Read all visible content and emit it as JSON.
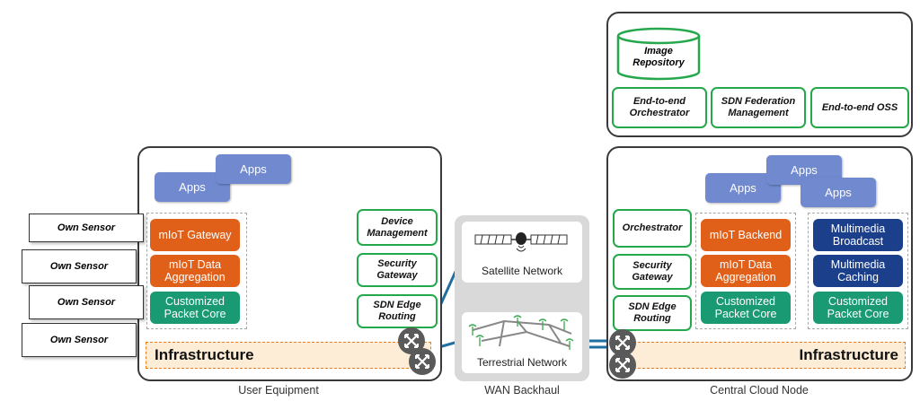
{
  "ue": {
    "sensors": [
      "Own Sensor",
      "Own Sensor",
      "Own Sensor",
      "Own Sensor"
    ],
    "apps": [
      "Apps",
      "Apps"
    ],
    "functions": [
      "mIoT Gateway",
      "mIoT Data Aggregation",
      "Customized Packet Core"
    ],
    "services": [
      "Device Management",
      "Security Gateway",
      "SDN Edge Routing"
    ],
    "infrastructure": "Infrastructure",
    "caption": "User Equipment"
  },
  "wan": {
    "satellite": "Satellite Network",
    "terrestrial": "Terrestrial Network",
    "caption": "WAN Backhaul"
  },
  "cloud": {
    "repository": "Image Repository",
    "management": [
      "End-to-end Orchestrator",
      "SDN Federation Management",
      "End-to-end OSS"
    ],
    "services": [
      "Orchestrator",
      "Security Gateway",
      "SDN Edge Routing"
    ],
    "apps": [
      "Apps",
      "Apps",
      "Apps"
    ],
    "iot_functions": [
      "mIoT Backend",
      "mIoT Data Aggregation",
      "Customized Packet Core"
    ],
    "mm_functions": [
      "Multimedia Broadcast",
      "Multimedia Caching",
      "Customized Packet Core"
    ],
    "infrastructure": "Infrastructure",
    "caption": "Central Cloud Node"
  },
  "colors": {
    "orange": "#e0601a",
    "teal": "#1a9a72",
    "navy": "#1c3f8c",
    "app": "#7089cf",
    "green_border": "#25a84c",
    "link": "#1f6fa0"
  }
}
